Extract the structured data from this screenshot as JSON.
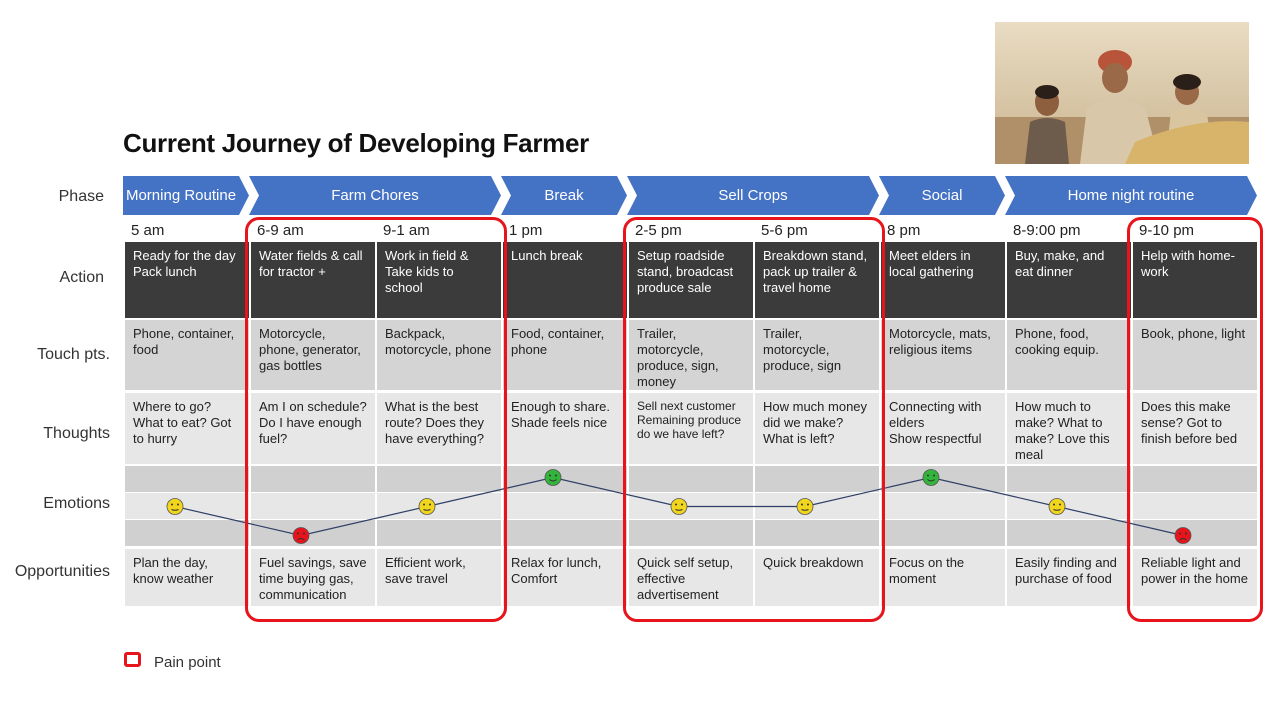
{
  "title": "Current Journey of Developing Farmer",
  "row_labels": {
    "phase": "Phase",
    "action": "Action",
    "touch": "Touch pts.",
    "thoughts": "Thoughts",
    "emotions": "Emotions",
    "opportunities": "Opportunities"
  },
  "phases": [
    {
      "label": "Morning Routine",
      "span": 1
    },
    {
      "label": "Farm Chores",
      "span": 2
    },
    {
      "label": "Break",
      "span": 1
    },
    {
      "label": "Sell Crops",
      "span": 2
    },
    {
      "label": "Social",
      "span": 1
    },
    {
      "label": "Home night routine",
      "span": 2
    }
  ],
  "steps": [
    {
      "time": "5 am",
      "action": "Ready for the day\nPack lunch",
      "touch": "Phone, container, food",
      "thoughts": "Where to go? What to eat? Got to hurry",
      "emotion": "neutral",
      "opportunity": "Plan the day, know weather"
    },
    {
      "time": "6-9 am",
      "action": "Water fields & call for tractor +",
      "touch": "Motorcycle, phone, generator, gas bottles",
      "thoughts": "Am I on schedule? Do I have enough fuel?",
      "emotion": "sad",
      "opportunity": "Fuel savings, save time buying gas, communication"
    },
    {
      "time": "9-1 am",
      "action": "Work in field & Take kids to school",
      "touch": "Backpack, motorcycle, phone",
      "thoughts": "What is the best route? Does they have everything?",
      "emotion": "neutral",
      "opportunity": "Efficient work, save travel"
    },
    {
      "time": "1 pm",
      "action": "Lunch break",
      "touch": "Food, container, phone",
      "thoughts": "Enough to share. Shade feels nice",
      "emotion": "happy",
      "opportunity": "Relax for lunch, Comfort"
    },
    {
      "time": "2-5 pm",
      "action": "Setup roadside stand, broadcast produce sale",
      "touch": "Trailer, motorcycle, produce, sign, money",
      "thoughts": "Sell next customer\nRemaining produce do we have left?",
      "emotion": "neutral",
      "opportunity": "Quick self setup, effective advertisement"
    },
    {
      "time": "5-6 pm",
      "action": "Breakdown stand, pack up trailer & travel home",
      "touch": "Trailer, motorcycle, produce, sign",
      "thoughts": "How much money did we make? What is left?",
      "emotion": "neutral",
      "opportunity": "Quick breakdown"
    },
    {
      "time": "8 pm",
      "action": "Meet elders in local gathering",
      "touch": "Motorcycle, mats, religious items",
      "thoughts": "Connecting with elders\nShow respectful",
      "emotion": "happy",
      "opportunity": "Focus on the moment"
    },
    {
      "time": "8-9:00 pm",
      "action": "Buy, make, and eat dinner",
      "touch": "Phone, food, cooking equip.",
      "thoughts": "How much to make? What to make? Love this meal",
      "emotion": "neutral",
      "opportunity": "Easily finding and purchase of food"
    },
    {
      "time": "9-10 pm",
      "action": "Help with home-work",
      "touch": "Book, phone, light",
      "thoughts": "Does this make sense? Got to finish before bed",
      "emotion": "sad",
      "opportunity": "Reliable light and power in the home"
    }
  ],
  "pain_points": [
    [
      1,
      2
    ],
    [
      4,
      5
    ],
    [
      8,
      8
    ]
  ],
  "emotion_levels": {
    "happy": 1,
    "neutral": 0,
    "sad": -1
  },
  "legend": {
    "pain_point": "Pain point"
  },
  "photo_icon": "farmer-family-photo",
  "colors": {
    "phase": "#4472c4",
    "action": "#3b3b3b",
    "touch": "#d4d4d4",
    "light": "#e7e7e7",
    "pain": "#e8141c",
    "happy": "#33b43a",
    "neutral": "#f2d61e",
    "sad": "#e8141c"
  }
}
